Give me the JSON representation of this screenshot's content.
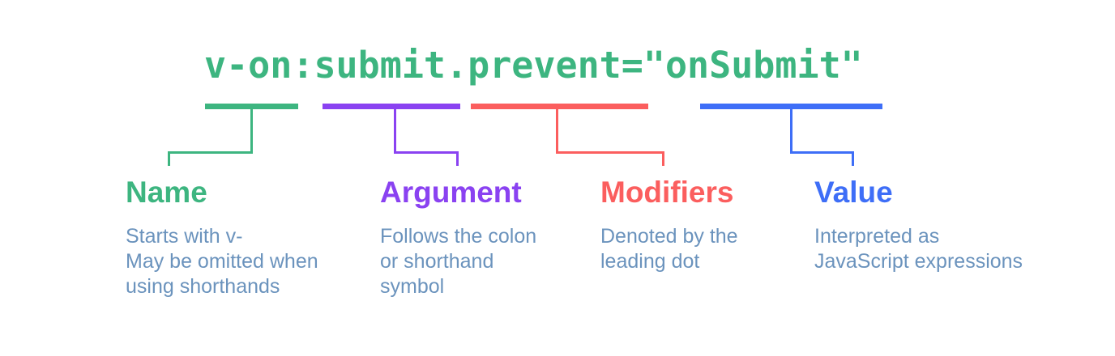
{
  "background_color": "#ffffff",
  "description_text_color": "#6b93bd",
  "code": {
    "text": "v-on:submit.prevent=\"onSubmit\"",
    "color": "#3db580"
  },
  "sections": [
    {
      "id": "name",
      "label": "Name",
      "color": "#3db580",
      "underlined_code_part": "v-on",
      "lines": [
        "Starts with v-",
        "May be omitted when",
        "using shorthands"
      ]
    },
    {
      "id": "argument",
      "label": "Argument",
      "color": "#8a42f1",
      "underlined_code_part": "submit",
      "lines": [
        "Follows the colon",
        "or shorthand",
        "symbol"
      ]
    },
    {
      "id": "modifiers",
      "label": "Modifiers",
      "color": "#fb5e5e",
      "underlined_code_part": "prevent",
      "lines": [
        "Denoted by the",
        "leading dot"
      ]
    },
    {
      "id": "value",
      "label": "Value",
      "color": "#3e6ef7",
      "underlined_code_part": "onSubmit",
      "lines": [
        "Interpreted as",
        "JavaScript expressions"
      ]
    }
  ]
}
